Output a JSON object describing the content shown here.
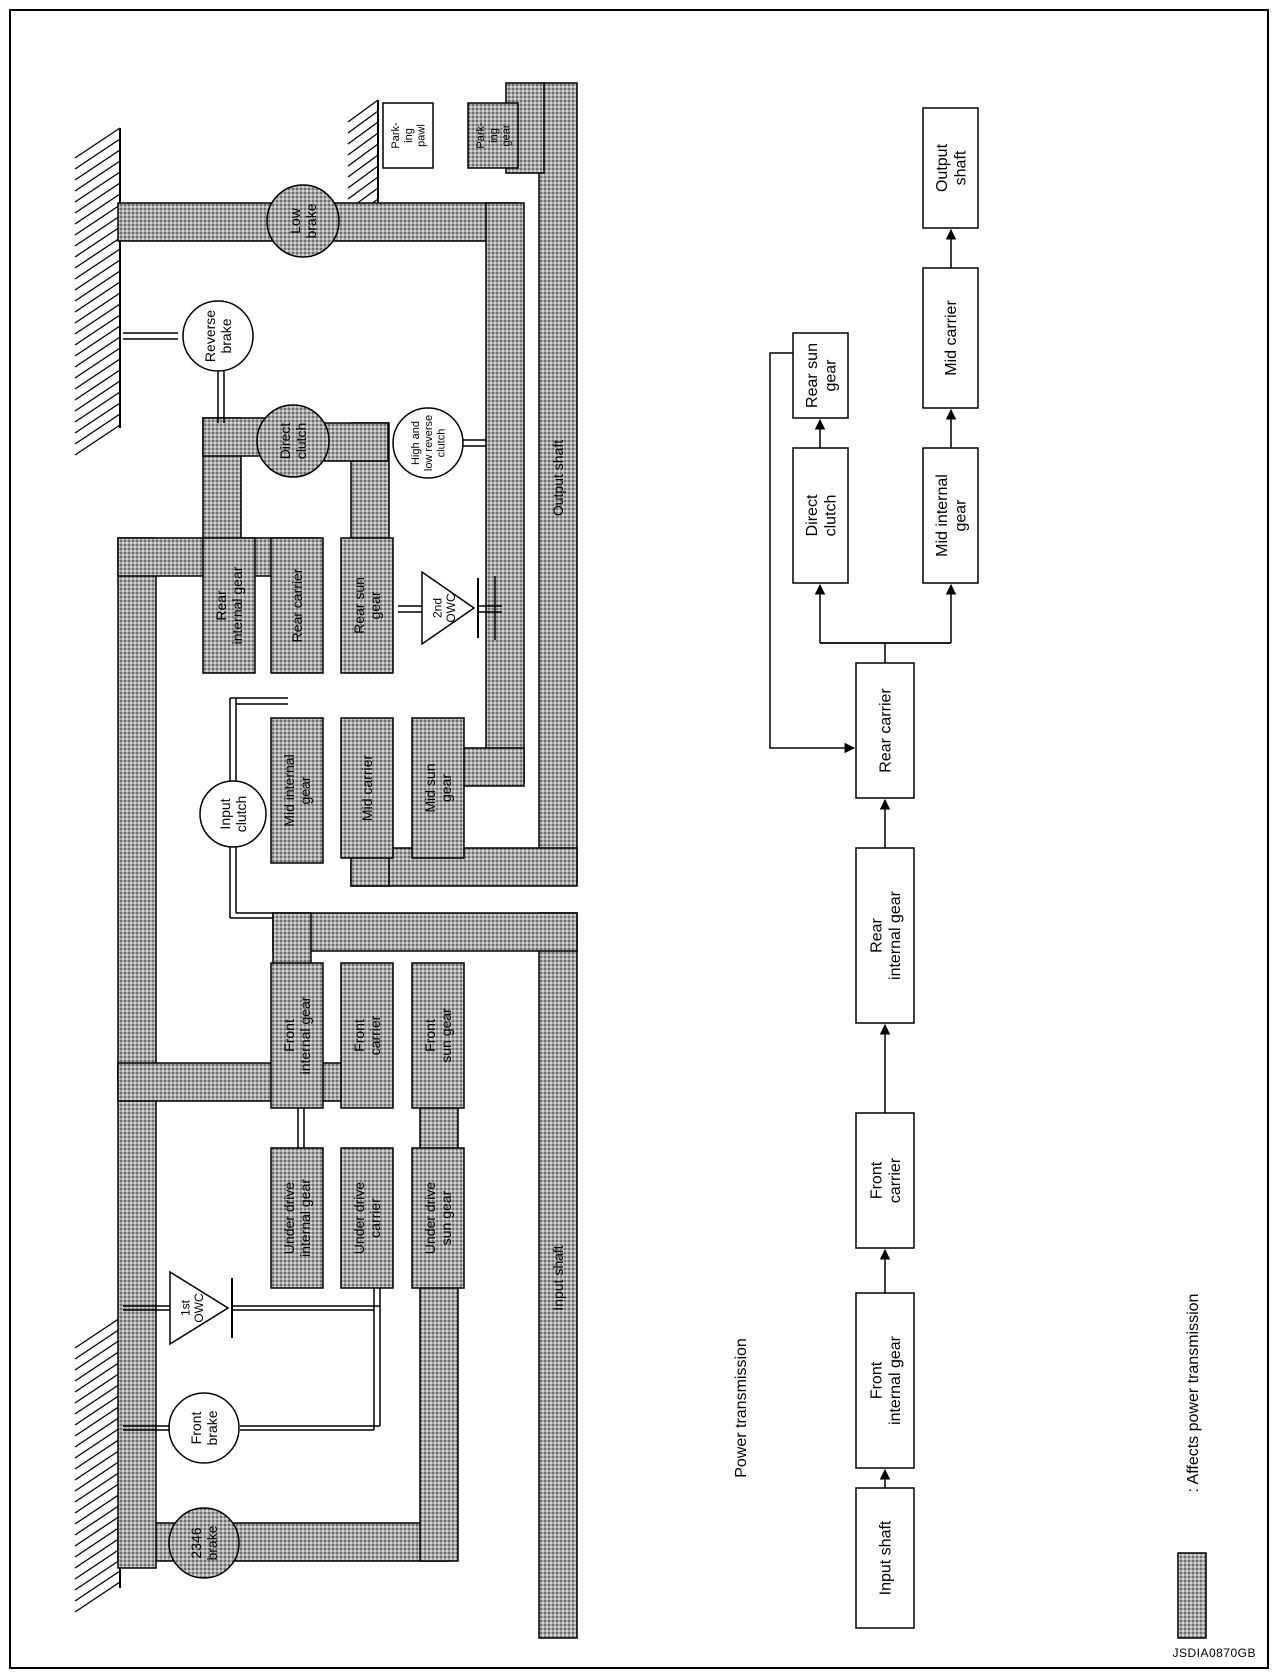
{
  "diagram": {
    "left_members": [
      {
        "id": "brake2346",
        "label": [
          "2346",
          "brake"
        ],
        "shape": "circle",
        "hatched": true
      },
      {
        "id": "front_brake",
        "label": [
          "Front",
          "brake"
        ],
        "shape": "circle",
        "hatched": false
      },
      {
        "id": "owc1",
        "label": [
          "1st",
          "OWC"
        ],
        "shape": "triangle",
        "hatched": false
      }
    ],
    "gear_blocks": [
      {
        "id": "ud_ring",
        "label": [
          "Under drive",
          "internal gear"
        ]
      },
      {
        "id": "ud_carrier",
        "label": [
          "Under drive",
          "carrier"
        ]
      },
      {
        "id": "ud_sun",
        "label": [
          "Under drive",
          "sun gear"
        ]
      },
      {
        "id": "f_ring",
        "label": [
          "Front",
          "internal gear"
        ]
      },
      {
        "id": "f_carrier",
        "label": [
          "Front",
          "carrier"
        ]
      },
      {
        "id": "f_sun",
        "label": [
          "Front",
          "sun gear"
        ]
      },
      {
        "id": "m_ring",
        "label": [
          "Mid internal",
          "gear"
        ]
      },
      {
        "id": "m_carrier",
        "label": [
          "Mid carrier"
        ]
      },
      {
        "id": "m_sun",
        "label": [
          "Mid sun",
          "gear"
        ]
      },
      {
        "id": "r_ring",
        "label": [
          "Rear",
          "internal gear"
        ]
      },
      {
        "id": "r_carrier",
        "label": [
          "Rear carrier"
        ]
      },
      {
        "id": "r_sun",
        "label": [
          "Rear sun",
          "gear"
        ]
      }
    ],
    "elements": [
      {
        "id": "input_clutch",
        "label": [
          "Input",
          "clutch"
        ],
        "shape": "circle",
        "hatched": false
      },
      {
        "id": "owc2",
        "label": [
          "2nd",
          "OWC"
        ],
        "shape": "triangle",
        "hatched": false
      },
      {
        "id": "direct_clutch",
        "label": [
          "Direct",
          "clutch"
        ],
        "shape": "circle",
        "hatched": true
      },
      {
        "id": "hlr_clutch",
        "label": [
          "High and",
          "low reverse",
          "clutch"
        ],
        "shape": "circle",
        "hatched": false
      },
      {
        "id": "reverse_brake",
        "label": [
          "Reverse",
          "brake"
        ],
        "shape": "circle",
        "hatched": false
      },
      {
        "id": "low_brake",
        "label": [
          "Low",
          "brake"
        ],
        "shape": "circle",
        "hatched": true
      },
      {
        "id": "parking_pawl",
        "label": [
          "Park-",
          "ing",
          "pawl"
        ],
        "shape": "box",
        "hatched": false
      },
      {
        "id": "parking_gear",
        "label": [
          "Park-",
          "ing",
          "gear"
        ],
        "shape": "box",
        "hatched": true
      }
    ],
    "shaft_labels": {
      "input": "Input shaft",
      "output": "Output shaft"
    },
    "section_title": "Power transmission",
    "flow": {
      "nodes": [
        {
          "id": "fn_input_shaft",
          "label": [
            "Input shaft"
          ]
        },
        {
          "id": "fn_front_internal",
          "label": [
            "Front",
            "internal gear"
          ]
        },
        {
          "id": "fn_front_carrier",
          "label": [
            "Front",
            "carrier"
          ]
        },
        {
          "id": "fn_rear_internal",
          "label": [
            "Rear",
            "internal gear"
          ]
        },
        {
          "id": "fn_rear_carrier",
          "label": [
            "Rear carrier"
          ]
        },
        {
          "id": "fn_direct_clutch",
          "label": [
            "Direct",
            "clutch"
          ]
        },
        {
          "id": "fn_rear_sun",
          "label": [
            "Rear sun",
            "gear"
          ]
        },
        {
          "id": "fn_mid_internal",
          "label": [
            "Mid internal",
            "gear"
          ]
        },
        {
          "id": "fn_mid_carrier",
          "label": [
            "Mid carrier"
          ]
        },
        {
          "id": "fn_output_shaft",
          "label": [
            "Output",
            "shaft"
          ]
        }
      ]
    },
    "legend": {
      "label": ": Affects power transmission"
    },
    "figure_code": "JSDIA0870GB"
  }
}
